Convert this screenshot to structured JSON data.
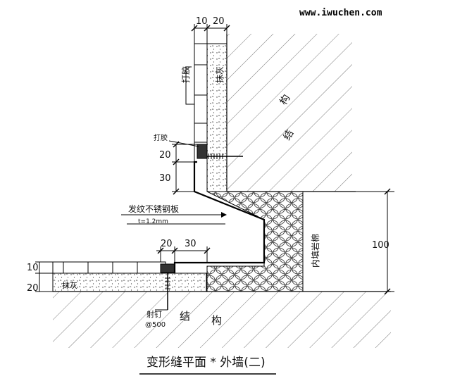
{
  "watermark": "www.iwuchen.com",
  "title": "变形缝平面 * 外墙(二)",
  "dims_top": [
    "10",
    "20"
  ],
  "dims_left": [
    "20",
    "30"
  ],
  "dims_bottom_left": [
    "10",
    "20"
  ],
  "dims_floor": [
    "20",
    "30"
  ],
  "dim_right": "100",
  "labels": {
    "dajiao_top": "打胶",
    "mohui_top": "抹灰",
    "jiegou_top_1": "结",
    "jiegou_top_2": "构",
    "dajiao_mid": "打胶",
    "stainless": "发纹不锈钢板",
    "thickness": "t=1.2mm",
    "filler": "内填岩棉",
    "mohui_bottom": "抹灰",
    "nail_1": "射钉",
    "nail_2": "@500",
    "jiegou_bottom_1": "结",
    "jiegou_bottom_2": "构"
  },
  "colors": {
    "line": "#000000",
    "hatch": "#444444",
    "text": "#111111"
  }
}
